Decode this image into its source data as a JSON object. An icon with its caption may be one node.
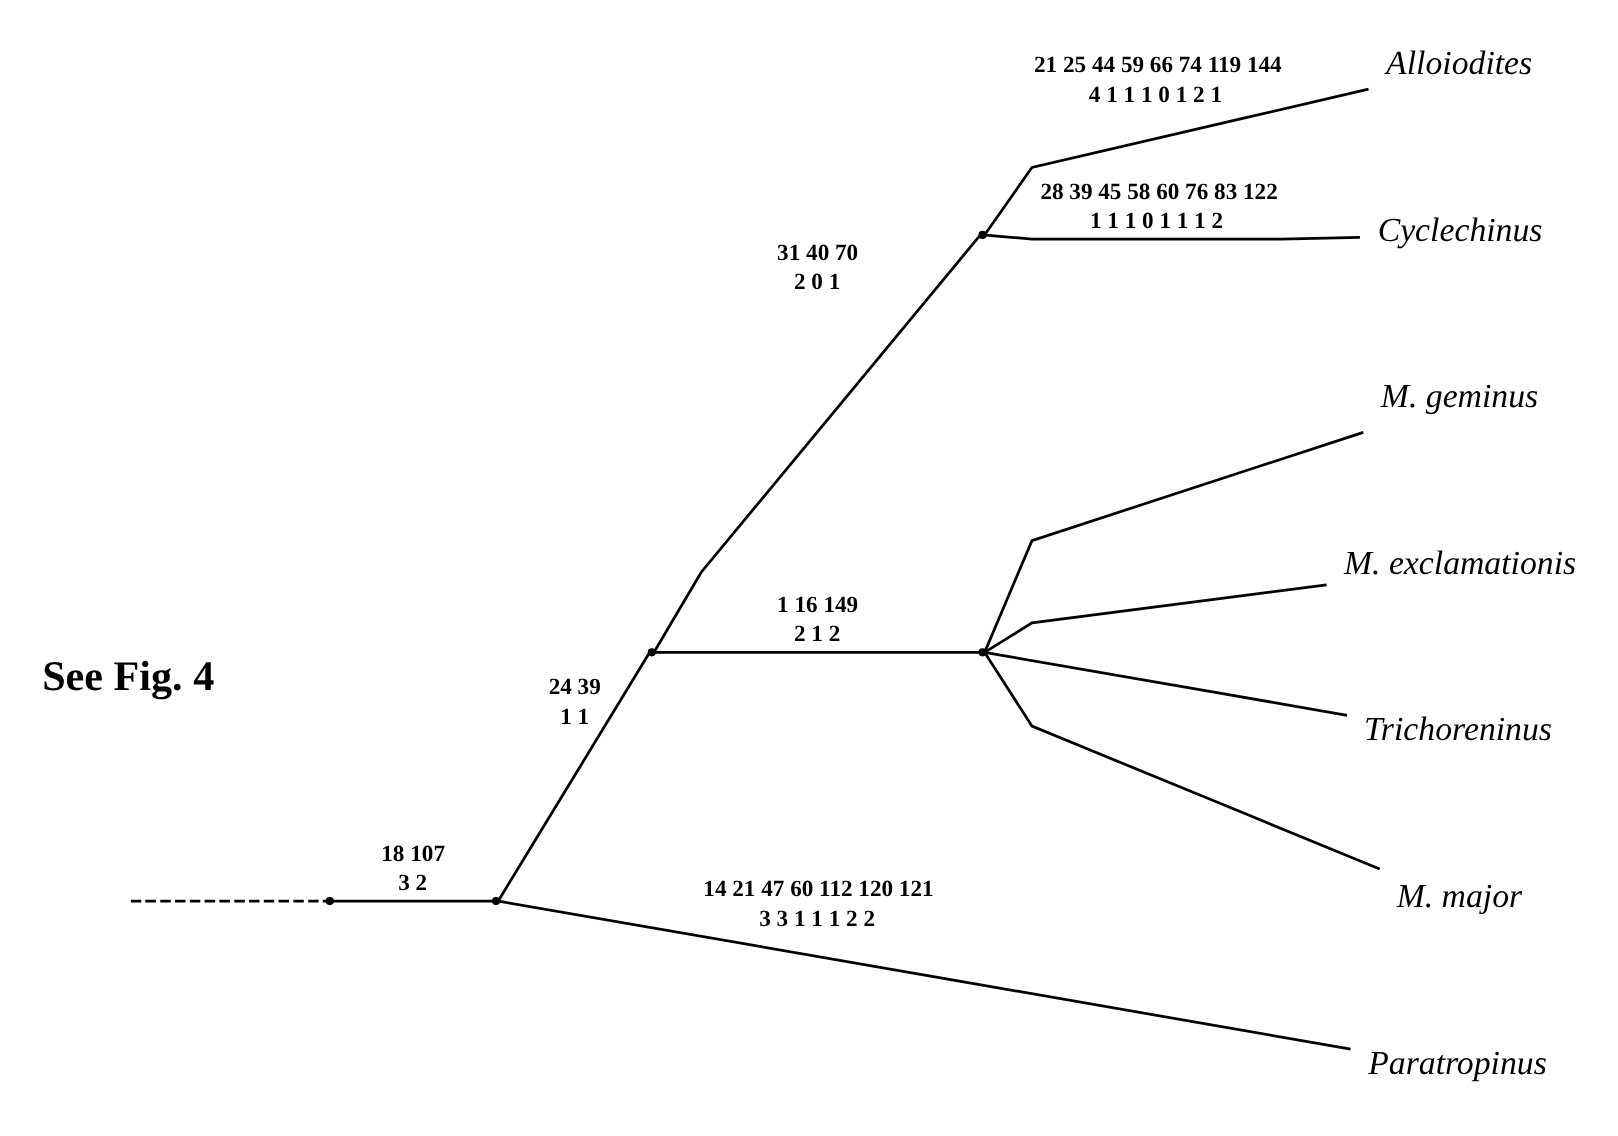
{
  "diagram": {
    "nodes": [
      {
        "text": [],
        "shape": "point"
      },
      {
        "text": [],
        "shape": "point"
      },
      {
        "text": [],
        "shape": "point"
      },
      {
        "text": [],
        "shape": "point"
      },
      {
        "text": [
          "Alloiodites"
        ]
      },
      {
        "text": [
          "Cyclechinus"
        ]
      },
      {
        "text": [],
        "shape": "point"
      },
      {
        "text": [
          "M. geminus"
        ]
      },
      {
        "text": [
          "M. exclamationis"
        ]
      },
      {
        "text": [
          "Trichoreninus"
        ]
      },
      {
        "text": [
          "M. major"
        ]
      },
      {
        "text": [
          "Paratropinus"
        ]
      }
    ],
    "edges": [
      {
        "from": null,
        "to": 0,
        "arrow": "none",
        "style": "dashed"
      },
      {
        "from": 0,
        "to": 1,
        "arrow": "none",
        "label": "18 107"
      },
      {
        "from": 1,
        "to": 2,
        "arrow": "none",
        "label": "24 39"
      },
      {
        "from": 2,
        "to": 3,
        "arrow": "none",
        "label": "31 40 70"
      },
      {
        "from": 3,
        "to": 4,
        "arrow": "none",
        "label": "21 25 44 59 66 74 119 144"
      },
      {
        "from": 3,
        "to": 5,
        "arrow": "none",
        "label": "28 39 45 58 60 76 83 122"
      },
      {
        "from": 2,
        "to": 6,
        "arrow": "none",
        "label": "1 16 149"
      },
      {
        "from": 6,
        "to": 7,
        "arrow": "none"
      },
      {
        "from": 6,
        "to": 8,
        "arrow": "none"
      },
      {
        "from": 6,
        "to": 9,
        "arrow": "none"
      },
      {
        "from": 6,
        "to": 10,
        "arrow": "none"
      },
      {
        "from": 1,
        "to": 11,
        "arrow": "none",
        "label": "14 21 47 60 112 120 121"
      }
    ],
    "labels": [
      "See Fig. 4",
      "3 2",
      "1 1",
      "2 0 1",
      "4 1 1 1 0 1 2 1",
      "1 1 1 0 1 1 1 2",
      "2 1 2",
      "3 3 1 1 1 2 2"
    ]
  }
}
